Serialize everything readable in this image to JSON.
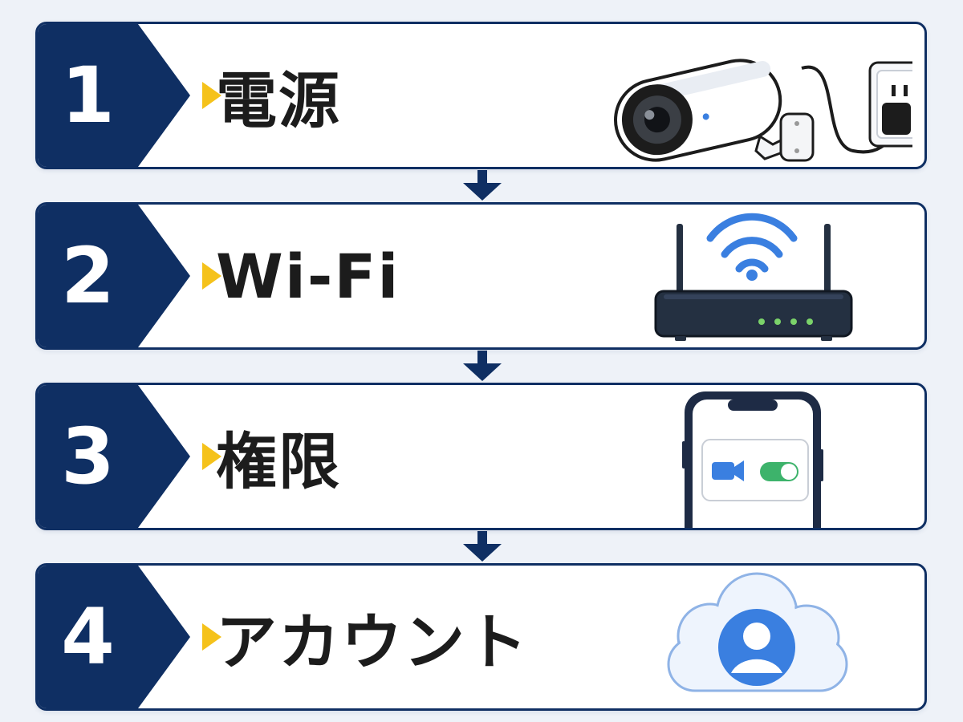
{
  "steps": [
    {
      "number": "1",
      "label": "電源",
      "illustration": "security-camera-plugged-into-outlet"
    },
    {
      "number": "2",
      "label": "Wi-Fi",
      "illustration": "wifi-router"
    },
    {
      "number": "3",
      "label": "権限",
      "illustration": "smartphone-camera-permission-toggle"
    },
    {
      "number": "4",
      "label": "アカウント",
      "illustration": "cloud-user-account"
    }
  ],
  "colors": {
    "navy": "#0f2f63",
    "pointer_yellow": "#f5c21b",
    "wifi_blue": "#3a7fe0",
    "toggle_green": "#3db36b",
    "router_led_green": "#7bd36a"
  }
}
